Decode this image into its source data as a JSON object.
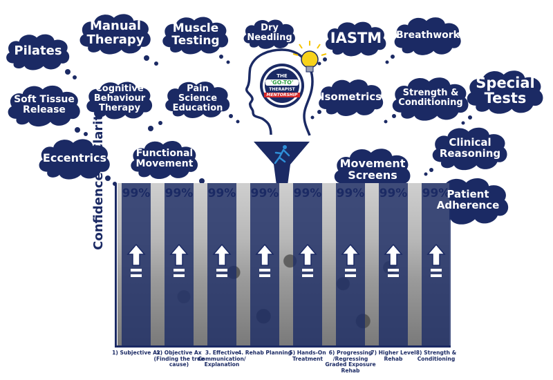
{
  "clouds": [
    {
      "id": "pilates",
      "text": "Pilates"
    },
    {
      "id": "manual-therapy",
      "text": "Manual Therapy"
    },
    {
      "id": "muscle-testing",
      "text": "Muscle Testing"
    },
    {
      "id": "dry-needling",
      "text": "Dry Needling"
    },
    {
      "id": "iastm",
      "text": "IASTM"
    },
    {
      "id": "breathwork",
      "text": "Breathwork"
    },
    {
      "id": "soft-tissue-release",
      "text": "Soft Tissue Release"
    },
    {
      "id": "cognitive-behaviour-therapy",
      "text": "Cognitive Behaviour Therapy"
    },
    {
      "id": "pain-science-education",
      "text": "Pain Science Education"
    },
    {
      "id": "isometrics",
      "text": "Isometrics"
    },
    {
      "id": "strength-conditioning",
      "text": "Strength & Conditioning"
    },
    {
      "id": "special-tests",
      "text": "Special Tests"
    },
    {
      "id": "eccentrics",
      "text": "Eccentrics"
    },
    {
      "id": "functional-movement",
      "text": "Functional Movement"
    },
    {
      "id": "movement-screens",
      "text": "Movement Screens"
    },
    {
      "id": "clinical-reasoning",
      "text": "Clinical Reasoning"
    },
    {
      "id": "patient-adherence",
      "text": "Patient Adherence"
    }
  ],
  "logo": {
    "line1": "THE",
    "line2": "'GO-TO'",
    "line3": "THERAPIST",
    "line4": "MENTORSHIP"
  },
  "colors": {
    "navy": "#1b2a64",
    "bar": "#1f2e66",
    "bulb": "#f5c400",
    "logo_green": "#2f9e44",
    "logo_red": "#d62828"
  },
  "icons": [
    "head-silhouette-icon",
    "light-bulb-icon",
    "funnel-icon",
    "runner-icon",
    "arrow-up-icon"
  ],
  "chart": {
    "y_title": "Confidence & Clarity",
    "bar_value_label": "99%",
    "categories": [
      "1) Subjective Ax",
      "2) Objective Ax (Finding the true cause)",
      "3. Effective Communication/ Explanation",
      "4. Rehab Planning",
      "5) Hands-On Treatment",
      "6) Progressing /Regressing Graded Exposure Rehab",
      "7) Higher Level Rehab",
      "8) Strength & Conditioning"
    ],
    "values": [
      99,
      99,
      99,
      99,
      99,
      99,
      99,
      99
    ]
  }
}
